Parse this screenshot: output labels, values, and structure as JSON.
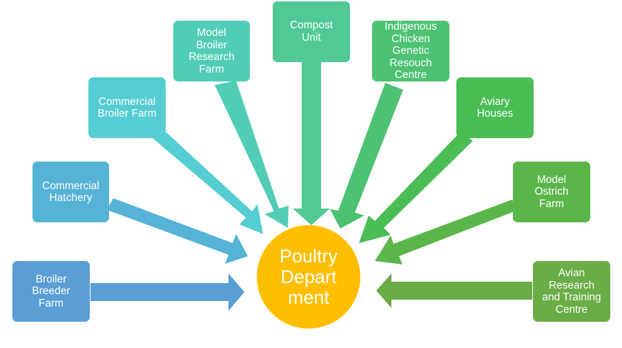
{
  "center": {
    "label": "Poultry\nDepart\nment",
    "color": "#ffbf00"
  },
  "units": [
    {
      "label": "Broiler\nBreeder\nFarm",
      "color": "#5a9ed6"
    },
    {
      "label": "Commercial\nHatchery",
      "color": "#55b3d6"
    },
    {
      "label": "Commercial\nBroiler Farm",
      "color": "#56ccd3"
    },
    {
      "label": "Model\nBroiler\nResearch\nFarm",
      "color": "#52cdb5"
    },
    {
      "label": "Compost\nUnit",
      "color": "#50c995"
    },
    {
      "label": "Indigenous\nChicken\nGenetic\nResouch\nCentre",
      "color": "#4cc272"
    },
    {
      "label": "Aviary\nHouses",
      "color": "#4abd55"
    },
    {
      "label": "Model\nOstrich\nFarm",
      "color": "#5bb64a"
    },
    {
      "label": "Avian\nResearch\nand Training\nCentre",
      "color": "#6aac46"
    }
  ]
}
